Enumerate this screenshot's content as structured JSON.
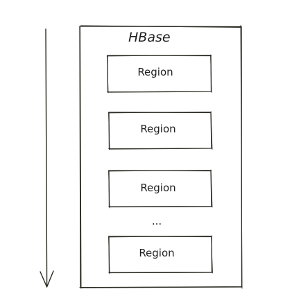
{
  "diagram": {
    "container": {
      "label": "HBase"
    },
    "regions": [
      {
        "label": "Region"
      },
      {
        "label": "Region"
      },
      {
        "label": "Region"
      },
      {
        "label": "Region"
      }
    ],
    "ellipsis": "...",
    "colors": {
      "stroke": "#2a2a22",
      "text": "#1e1e1e",
      "background": "#ffffff"
    }
  }
}
